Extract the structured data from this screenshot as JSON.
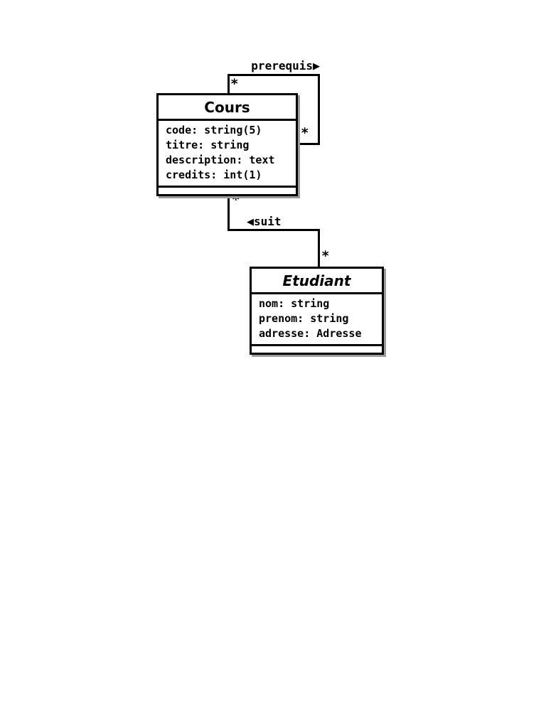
{
  "diagram": {
    "type": "uml-class-diagram",
    "colors": {
      "line": "#000000",
      "box_fill": "#ffffff",
      "box_shadow": "#9a9a9a",
      "text": "#000000",
      "background": "#ffffff"
    },
    "classes": [
      {
        "name": "Cours",
        "attributes": [
          "code: string(5)",
          "titre: string",
          "description: text",
          "credits: int(1)"
        ],
        "operations": []
      },
      {
        "name": "Etudiant",
        "attributes": [
          "nom: string",
          "prenom: string",
          "adresse: Adresse"
        ],
        "operations": []
      }
    ],
    "associations": [
      {
        "name": "prerequis",
        "arrow": "▶",
        "source": "Cours",
        "target": "Cours",
        "source_multiplicity": "*",
        "target_multiplicity": "*"
      },
      {
        "name": "suit",
        "arrow": "◀",
        "source": "Cours",
        "target": "Etudiant",
        "source_multiplicity": "*",
        "target_multiplicity": "*"
      }
    ]
  }
}
